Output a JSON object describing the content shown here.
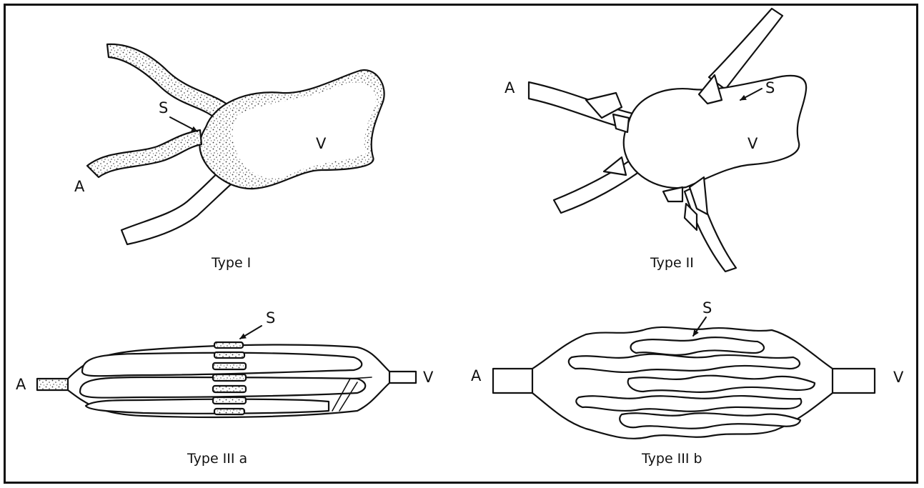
{
  "panels": [
    {
      "id": "type1",
      "caption": "Type I",
      "labels": {
        "artery": "A",
        "vein": "V",
        "shunt": "S"
      }
    },
    {
      "id": "type2",
      "caption": "Type II",
      "labels": {
        "artery": "A",
        "vein": "V",
        "shunt": "S"
      }
    },
    {
      "id": "type3a",
      "caption": "Type III a",
      "labels": {
        "artery": "A",
        "vein": "V",
        "shunt": "S"
      }
    },
    {
      "id": "type3b",
      "caption": "Type III b",
      "labels": {
        "artery": "A",
        "vein": "V",
        "shunt": "S"
      }
    }
  ]
}
